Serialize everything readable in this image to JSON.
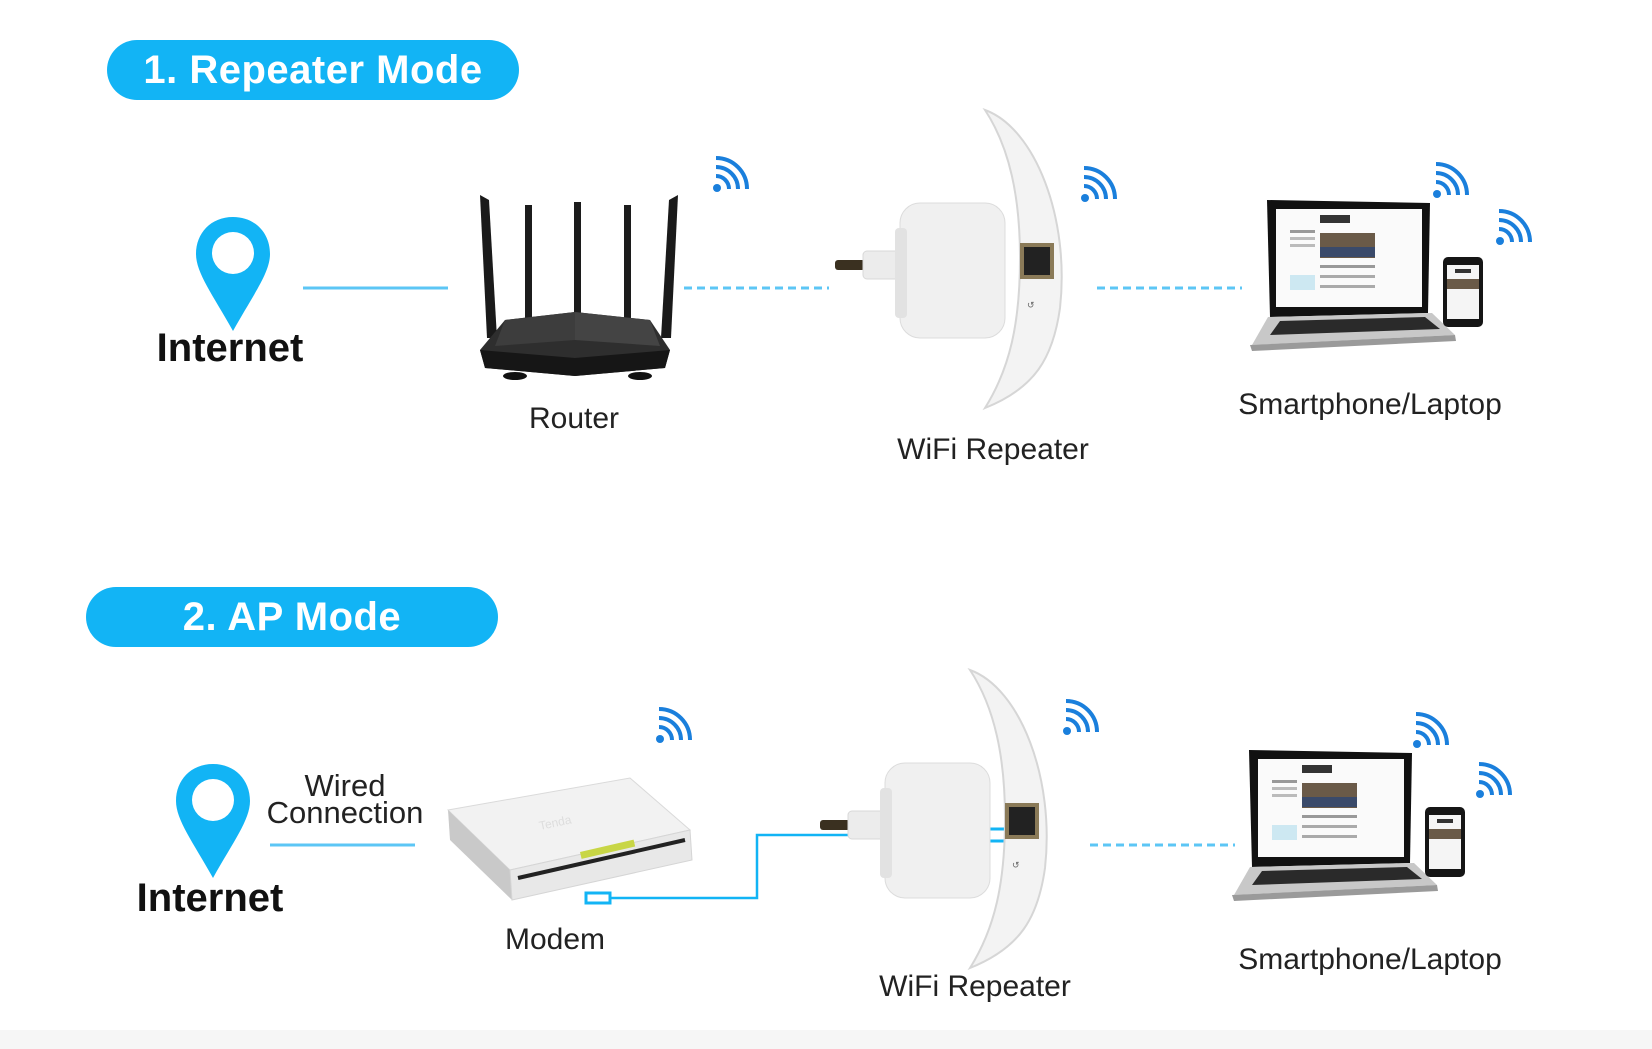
{
  "colors": {
    "accent": "#12b4f5",
    "wifi": "#1a7fdc",
    "text": "#222222",
    "link_line": "#5cc6f5"
  },
  "sections": [
    {
      "title": "1. Repeater Mode",
      "nodes": [
        {
          "label": "Internet",
          "icon": "location-pin-icon"
        },
        {
          "label": "Router",
          "icon": "router-icon"
        },
        {
          "label": "WiFi Repeater",
          "icon": "wifi-repeater-icon"
        },
        {
          "label": "Smartphone/Laptop",
          "icon": "laptop-smartphone-icon"
        }
      ],
      "links": [
        {
          "from": "Internet",
          "to": "Router",
          "type": "solid"
        },
        {
          "from": "Router",
          "to": "WiFi Repeater",
          "type": "wireless-dashed"
        },
        {
          "from": "WiFi Repeater",
          "to": "Smartphone/Laptop",
          "type": "wireless-dashed"
        }
      ]
    },
    {
      "title": "2. AP Mode",
      "wired_label_line1": "Wired",
      "wired_label_line2": "Connection",
      "nodes": [
        {
          "label": "Internet",
          "icon": "location-pin-icon"
        },
        {
          "label": "Modem",
          "icon": "modem-icon"
        },
        {
          "label": "WiFi Repeater",
          "icon": "wifi-repeater-icon"
        },
        {
          "label": "Smartphone/Laptop",
          "icon": "laptop-smartphone-icon"
        }
      ],
      "links": [
        {
          "from": "Internet",
          "to": "Modem",
          "type": "wired-solid"
        },
        {
          "from": "Modem",
          "to": "WiFi Repeater",
          "type": "ethernet-cable"
        },
        {
          "from": "WiFi Repeater",
          "to": "Smartphone/Laptop",
          "type": "wireless-dashed"
        }
      ]
    }
  ]
}
